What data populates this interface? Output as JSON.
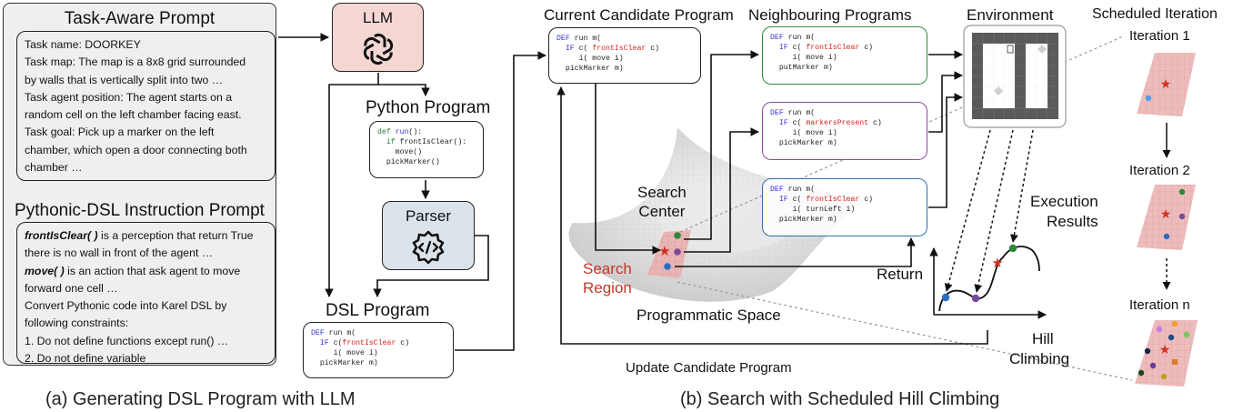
{
  "part_a": {
    "task_prompt": {
      "title": "Task-Aware Prompt",
      "lines": [
        "Task name: DOORKEY",
        "Task map: The map is a 8x8 grid surrounded",
        "by walls that is vertically split into two …",
        "Task agent position: The agent starts on a",
        "random cell on the left chamber facing east.",
        "Task goal: Pick up a marker on the left",
        "chamber, which open a door connecting both",
        "chamber …"
      ]
    },
    "instruction_prompt": {
      "title": "Pythonic-DSL Instruction Prompt",
      "line1_bold": "frontIsClear( )",
      "line1_rest": " is a perception that return True",
      "line2": "there is no wall in front of the agent …",
      "line3_bold": "move( )",
      "line3_rest": " is an action that ask agent to move",
      "line4": "forward one cell …",
      "line5": "Convert Pythonic code into Karel DSL by",
      "line6": "following constraints:",
      "line7": "1.  Do not define functions except run() …",
      "line8": "2.  Do not define variable"
    },
    "llm": {
      "title": "LLM",
      "icon": "openai-logo-icon"
    },
    "python_program": {
      "title": "Python Program",
      "code": {
        "l1_kw": "def",
        "l1_fn": " run",
        "l1_rest": "():",
        "l2_kw": "  if",
        "l2_rest": " frontIsClear():",
        "l3": "    move()",
        "l4": "  pickMarker()"
      }
    },
    "parser": {
      "title": "Parser",
      "icon": "code-gear-icon"
    },
    "dsl_program": {
      "title": "DSL Program",
      "code": {
        "l1_kw": "DEF",
        "l1_rest": " run m(",
        "l2_kw": "  IF",
        "l2_mid": " c(",
        "l2_cond": "frontIsClear",
        "l2_rest": " c)",
        "l3": "     i( move i)",
        "l4": "  pickMarker m)"
      }
    },
    "caption": "(a) Generating DSL Program with LLM"
  },
  "part_b": {
    "current_candidate": {
      "title": "Current Candidate Program",
      "code": {
        "l1_kw": "DEF",
        "l1_rest": " run m(",
        "l2_kw": "  IF",
        "l2_mid": " c( ",
        "l2_cond": "frontIsClear",
        "l2_rest": " c)",
        "l3": "     i( move i)",
        "l4": "  pickMarker m)"
      }
    },
    "neighbours_title": "Neighbouring Programs",
    "neighbours": [
      {
        "color": "#2e8b3e",
        "l1_kw": "DEF",
        "l1_rest": " run m(",
        "l2_kw": "  IF",
        "l2_mid": " c( ",
        "l2_cond": "frontIsClear",
        "l2_rest": " c)",
        "l3": "     i( move i)",
        "l4": "  putMarker m)"
      },
      {
        "color": "#8a4aa8",
        "l1_kw": "DEF",
        "l1_rest": " run m(",
        "l2_kw": "  IF",
        "l2_mid": " c( ",
        "l2_cond": "markersPresent",
        "l2_rest": " c)",
        "l3": "     i( move i)",
        "l4": "  pickMarker m)"
      },
      {
        "color": "#2f6fb0",
        "l1_kw": "DEF",
        "l1_rest": " run m(",
        "l2_kw": "  IF",
        "l2_mid": " c( ",
        "l2_cond": "frontIsClear",
        "l2_rest": " c)",
        "l3": "     i( turnLeft i)",
        "l4": "  pickMarker m)"
      }
    ],
    "environment_title": "Environment",
    "search_center": [
      "Search",
      "Center"
    ],
    "search_region": [
      "Search",
      "Region"
    ],
    "programmatic_space": "Programmatic Space",
    "execution_results": [
      "Execution",
      "Results"
    ],
    "return_label": "Return",
    "hill_climbing": [
      "Hill",
      "Climbing"
    ],
    "update_label": "Update Candidate Program",
    "scheduled": {
      "title": "Scheduled Iteration",
      "iterations": [
        "Iteration 1",
        "Iteration 2",
        "Iteration n"
      ]
    },
    "caption": "(b) Search with Scheduled Hill Climbing"
  },
  "colors": {
    "star": "#d2321e",
    "green": "#2a8a3a",
    "purple": "#7a4aa0",
    "blue": "#2a6cc0",
    "region": "#e8a7a7",
    "llm_bg": "#f4d6d3",
    "parser_bg": "#dbe3ea",
    "panel_bg": "#efeff0"
  }
}
